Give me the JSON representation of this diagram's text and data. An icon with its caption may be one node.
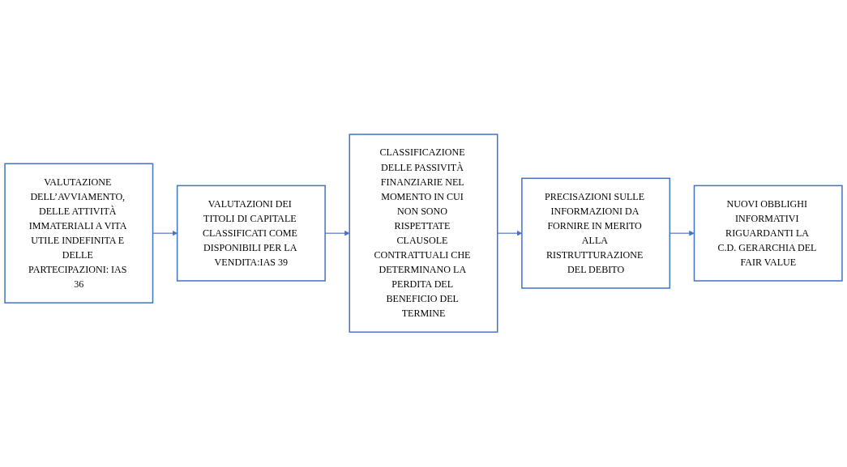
{
  "diagram": {
    "nodes": [
      {
        "text": [
          "VALUTAZIONE DELL’AVVIAMENTO, DELLE ATTIVITÀ IMMATERIALI A VITA UTILE INDEFINITA E DELLE PARTECIPAZIONI: IAS 36"
        ]
      },
      {
        "text": [
          "VALUTAZIONI DEI TITOLI DI CAPITALE CLASSIFICATI COME DISPONIBILI PER LA VENDITA:IAS 39"
        ]
      },
      {
        "text": [
          "CLASSIFICAZIONE DELLE PASSIVITÀ FINANZIARIE NEL MOMENTO IN CUI NON SONO RISPETTATE CLAUSOLE CONTRATTUALI CHE DETERMINANO LA PERDITA DEL BENEFICIO DEL TERMINE"
        ]
      },
      {
        "text": [
          "PRECISAZIONI SULLE INFORMAZIONI DA FORNIRE IN MERITO ALLA RISTRUTTURAZIONE DEL DEBITO"
        ]
      },
      {
        "text": [
          "NUOVI OBBLIGHI INFORMATIVI RIGUARDANTI LA C.D. GERARCHIA DEL FAIR VALUE"
        ]
      }
    ],
    "edges": [
      {
        "from": 0,
        "to": 1,
        "arrow": "to"
      },
      {
        "from": 1,
        "to": 2,
        "arrow": "to"
      },
      {
        "from": 2,
        "to": 3,
        "arrow": "to"
      },
      {
        "from": 3,
        "to": 4,
        "arrow": "to"
      }
    ]
  }
}
